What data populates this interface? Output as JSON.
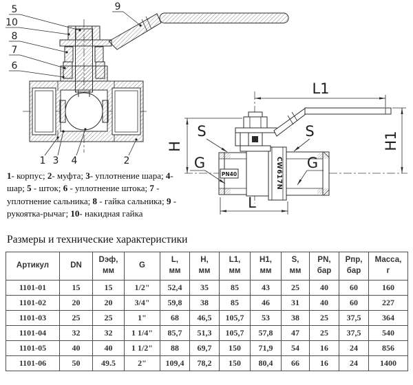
{
  "drawing": {
    "callouts": {
      "top": [
        "5",
        "10",
        "8",
        "7",
        "6"
      ],
      "handle": "9",
      "bottom": [
        "1",
        "3",
        "4",
        "2"
      ]
    },
    "dims": {
      "L1": "L1",
      "H1": "H1",
      "H": "H",
      "L": "L",
      "S_left": "S",
      "S_right": "S",
      "G_left": "G",
      "G_right": "G"
    },
    "markings": {
      "pressure": "PN40",
      "alloy": "CW617N"
    }
  },
  "legend": {
    "items": [
      {
        "num": "1",
        "text": "- корпус; "
      },
      {
        "num": "2",
        "text": "- муфта; "
      },
      {
        "num": "3",
        "text": "- уплотнение шара; "
      },
      {
        "num": "4",
        "text": "- шар; "
      },
      {
        "num": "5",
        "text": " - шток; "
      },
      {
        "num": "6",
        "text": " - уплотнение штока; "
      },
      {
        "num": "7",
        "text": " - уплотнение сальника; "
      },
      {
        "num": "8",
        "text": " - гайка сальника; "
      },
      {
        "num": "9",
        "text": " - рукоятка-рычаг; "
      },
      {
        "num": "10",
        "text": "- накидная гайка"
      }
    ]
  },
  "table": {
    "title": "Размеры и технические характеристики",
    "headers": [
      "Артикул",
      "DN",
      "Dэф,\nмм",
      "G",
      "L,\nмм",
      "H,\nмм",
      "L1,\nмм",
      "H1,\nмм",
      "S,\nмм",
      "PN,\nбар",
      "Pпр,\nбар",
      "Масса,\nг"
    ],
    "rows": [
      [
        "1101-01",
        "15",
        "15",
        "1/2\"",
        "52,4",
        "35",
        "85",
        "43",
        "25",
        "40",
        "60",
        "160"
      ],
      [
        "1101-02",
        "20",
        "20",
        "3/4\"",
        "59,8",
        "38",
        "85",
        "46",
        "31",
        "40",
        "60",
        "227"
      ],
      [
        "1101-03",
        "25",
        "25",
        "1\"",
        "68",
        "46,5",
        "105,7",
        "53",
        "38",
        "25",
        "37,5",
        "364"
      ],
      [
        "1101-04",
        "32",
        "32",
        "1 1/4\"",
        "85,7",
        "51,3",
        "105,7",
        "57,8",
        "47",
        "25",
        "37,5",
        "540"
      ],
      [
        "1101-05",
        "40",
        "40",
        "1 1/2\"",
        "88",
        "69,7",
        "150",
        "71,9",
        "54",
        "16",
        "24",
        "856"
      ],
      [
        "1101-06",
        "50",
        "49.5",
        "2\"",
        "109,4",
        "78,2",
        "150",
        "80,4",
        "66",
        "16",
        "24",
        "1400"
      ]
    ]
  }
}
